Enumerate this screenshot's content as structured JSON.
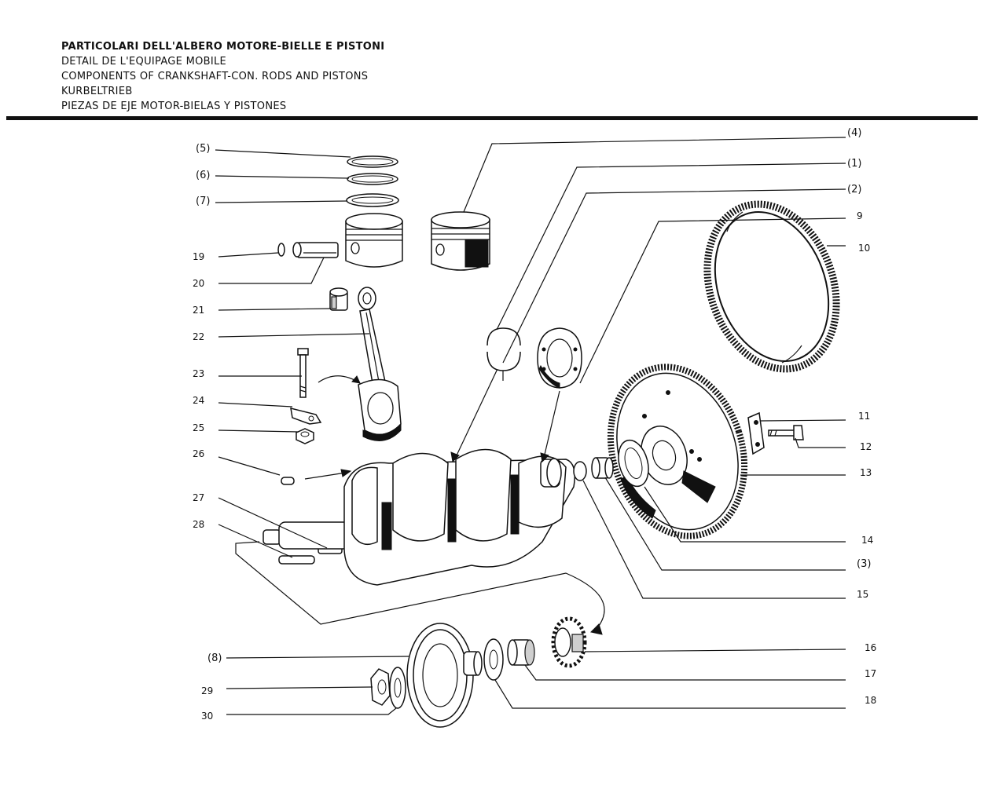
{
  "header": {
    "lines": [
      "PARTICOLARI DELL'ALBERO MOTORE-BIELLE E PISTONI",
      "DETAIL DE L'EQUIPAGE MOBILE",
      "COMPONENTS OF CRANKSHAFT-CON. RODS AND PISTONS",
      "KURBELTRIEB",
      "PIEZAS DE EJE MOTOR-BIELAS Y PISTONES"
    ]
  },
  "callouts": {
    "c5": "(5)",
    "c6": "(6)",
    "c7": "(7)",
    "c19": "19",
    "c20": "20",
    "c21": "21",
    "c22": "22",
    "c23": "23",
    "c24": "24",
    "c25": "25",
    "c26": "26",
    "c27": "27",
    "c28": "28",
    "c8": "(8)",
    "c29": "29",
    "c30": "30",
    "c4": "(4)",
    "c1": "(1)",
    "c2": "(2)",
    "c9": "9",
    "c10": "10",
    "c11": "11",
    "c12": "12",
    "c13": "13",
    "c14": "14",
    "c3": "(3)",
    "c15": "15",
    "c16": "16",
    "c17": "17",
    "c18": "18"
  }
}
